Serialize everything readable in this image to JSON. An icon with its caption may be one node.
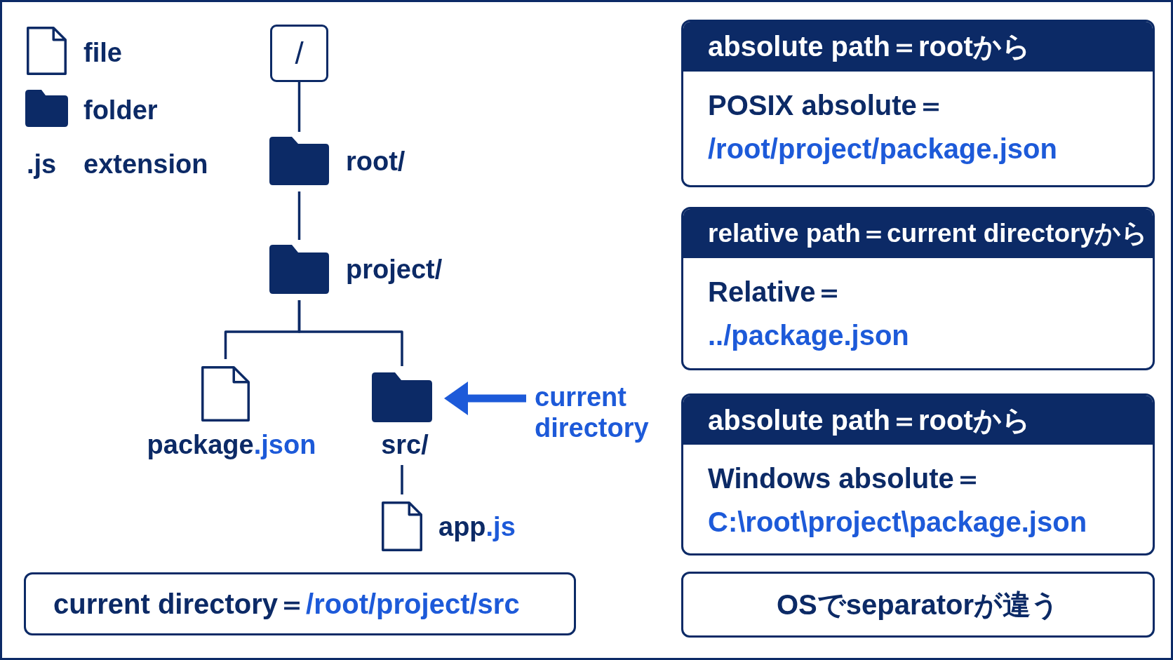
{
  "diagram": {
    "nodes": [
      {
        "text": [
          "/"
        ]
      },
      {
        "text": [
          "root/"
        ]
      },
      {
        "text": [
          "project/"
        ]
      },
      {
        "text": [
          "package",
          ".json"
        ]
      },
      {
        "text": [
          "src/"
        ]
      },
      {
        "text": [
          "app",
          ".js"
        ]
      },
      {
        "text": [
          "current directory"
        ]
      },
      {
        "text": [
          "current directory＝",
          "/root/project/src"
        ]
      },
      {
        "text": [
          "absolute path＝rootから",
          "POSIX absolute＝",
          "/root/project/package.json"
        ]
      },
      {
        "text": [
          "relative path＝current directoryから",
          "Relative＝",
          "../package.json"
        ]
      },
      {
        "text": [
          "absolute path＝rootから",
          "Windows absolute＝",
          "C:\\root\\project\\package.json"
        ]
      },
      {
        "text": [
          "OSでseparatorが違う"
        ]
      }
    ],
    "edges": [
      {
        "from": 0,
        "to": 1,
        "arrow": "none"
      },
      {
        "from": 1,
        "to": 2,
        "arrow": "none"
      },
      {
        "from": 2,
        "to": 3,
        "arrow": "none"
      },
      {
        "from": 2,
        "to": 4,
        "arrow": "none"
      },
      {
        "from": 4,
        "to": 5,
        "arrow": "none"
      },
      {
        "from": 6,
        "to": 4,
        "arrow": "to",
        "style": "thick",
        "color": "#1d5ad9"
      }
    ],
    "labels": [
      ".js"
    ],
    "legend": [
      {
        "text": "file"
      },
      {
        "text": "folder"
      },
      {
        "text": "extension"
      }
    ]
  }
}
